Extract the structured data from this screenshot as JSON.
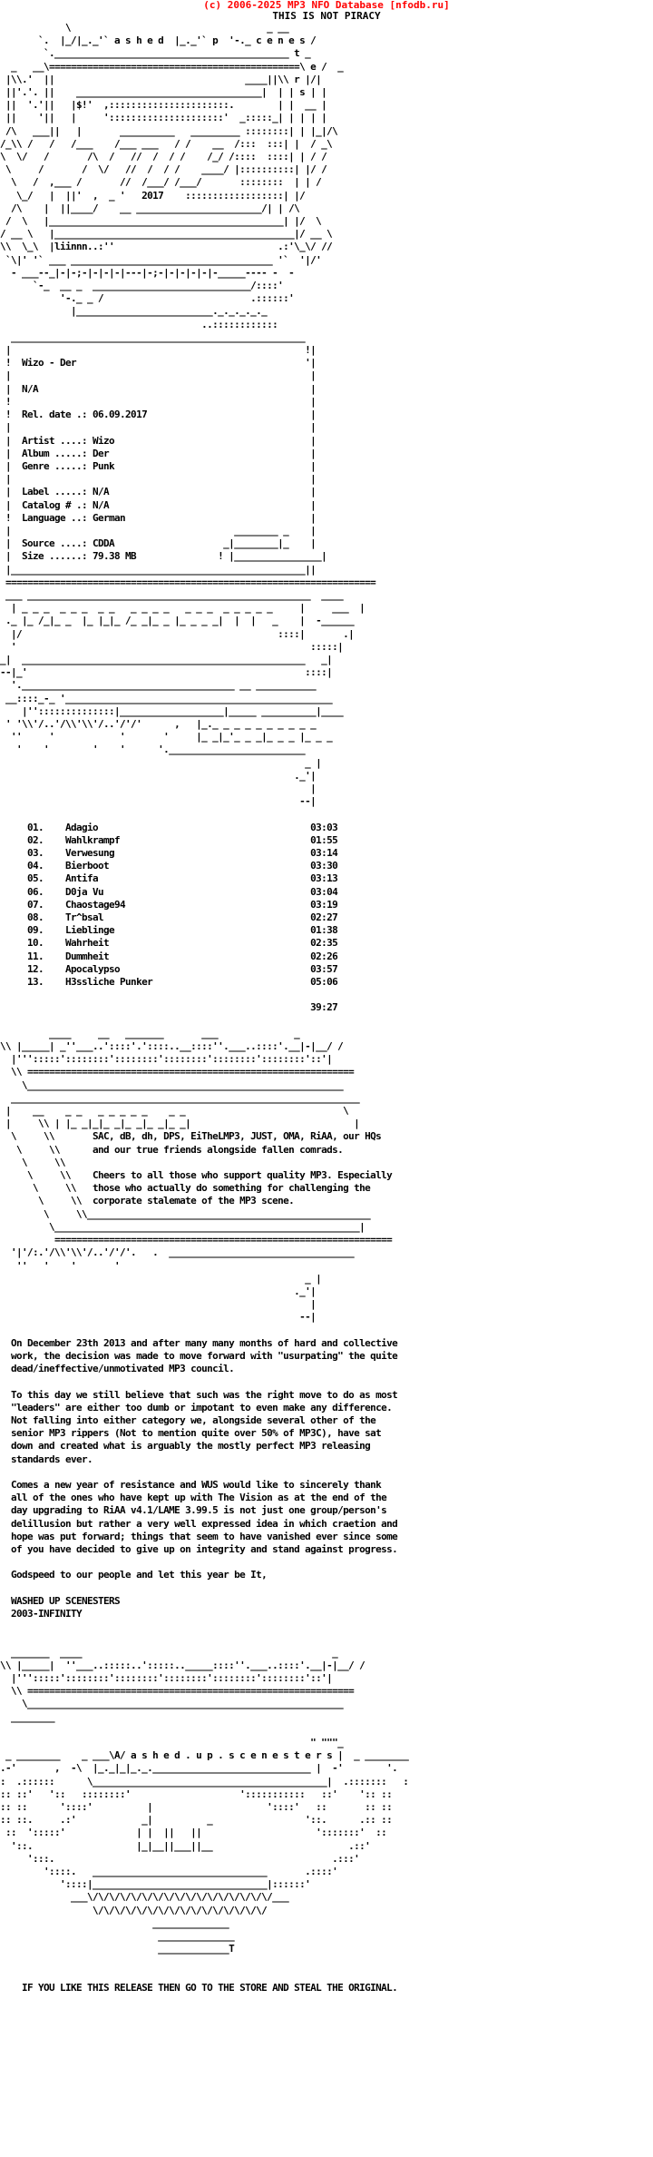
{
  "header": {
    "site_line": "(c) 2006-2025 MP3 NFO Database [nfodb.ru]",
    "piracy_line": "THIS IS NOT PIRACY"
  },
  "colors": {
    "site_line": "#ff0000",
    "text": "#000000",
    "background": "#ffffff"
  },
  "nfo_text": "            \\                                    _ __\n       `.  |_/|_._'` a s h e d  |_._'` p  '-._ c e n e s /\n        `.___________________________________________ t _\n  _   __\\==============================================\\ e /  _\n |\\\\.'  ||                                   ____||\\\\ r |/|\n ||'.'. ||    __________________________________|  | | s | |\n ||  '.'||   |$!'  ,::::::::::::::::::::::.        | |  __ |\n ||    '||   |     ':::::::::::::::::::::'  _:::::_| | | | |\n /\\   ___||   |       __________   _________ ::::::::| | |_|/\\\n/_\\\\ /   /   /___    /___ ___   / /    __  /:::  :::| |  / _\\\n\\  \\/   /       /\\  /   //  /  / /    /_/ /::::  ::::| | / /\n \\     /       /  \\/   //  /  / /    ____/ |::::::::::| |/ /\n  \\   /  ,___ /       //  /___/ /___/       ::::::::  | | /\n   \\_/   |  ||'  ,  _ '   2017    ::::::::::::::::::| |/\n  /\\    |  ||____/    __ _______________________/| | /\\\n /  \\   |___________________________________________| |/  \\\n/ __ \\   |____________________________________________|/ __ \\\n\\\\  \\_\\  |liinnn..:''                              .:'\\_\\/ //\n `\\|' '` ___ _____________________________________ '`  '|/'\n  - ___--_|-|-;-|-|-|-|---|-;-|-|-|-|-|-_____---- -  -\n      `-_  __ _  _____________________________/::::'\n           '-._ _ /                           .::::::'\n             |_________________________._._._._._\n                                     ..::::::::::::\n  ______________________________________________________\n |                                                      !|\n !  Wizo - Der                                          '|\n |                                                       |\n |  N/A                                                  |\n !                                                       |\n !  Rel. date .: 06.09.2017                              |\n |                                                       |\n |  Artist ....: Wizo                                    |\n |  Album .....: Der                                     |\n |  Genre .....: Punk                                    |\n |                                                       |\n |  Label .....: N/A                                     |\n |  Catalog # .: N/A                                     |\n !  Language ..: German                                  |\n |                                         ________ _    |\n |  Source ....: CDDA                    _|________|_    |\n |  Size ......: 79.38 MB               ! |________________|\n |______________________________________________________||\n ====================================================================\n ___ ____________________________________________________  ____\n  | _ _ _  _ _ _  _ _   _ _ _ _   _ _ _  _ _ _ _ _     |     ___  |\n ._ |_ /_|_ _  |_ |_|_ /_ _|_ _ |_ _ _ _|  |  |   _    |  -______\n  |/                                               ::::|       .|\n  '                                                      :::::|\n_|  ____________________________________________________   _|\n--|_'                                                   ::::|\n  '._______________________________________ __ ___________\n __::::_-_ '_________________________________________________\n    |''::::::::::::::|___________________|_____ __________|____\n ' '\\\\'/..'/\\\\'\\\\'/..'/'/'      ,   |_._ _ _ _ _ _ _ _ _ _\n  ''     '            '       '     |_ _|_'_ _ _|_ _ _ |_ _ _\n   '    '        '    '      '._________________________\n                                                        _ |\n                                                      ._'|\n                                                         |\n                                                       --|\n\n     01.    Adagio                                       03:03\n     02.    Wahlkrampf                                   01:55\n     03.    Verwesung                                    03:14\n     04.    Bierboot                                     03:30\n     05.    Antifa                                       03:13\n     06.    D0ja Vu                                      03:04\n     07.    Chaostage94                                  03:19\n     08.    Tr^bsal                                      02:27\n     09.    Lieblinge                                    01:38\n     10.    Wahrheit                                     02:35\n     11.    Dummheit                                     02:26\n     12.    Apocalypso                                   03:57\n     13.    H3ssliche Punker                             05:06\n\n                                                         39:27\n\n         ____     __   _______       ___              _\n\\\\ |_____| _''___..'::::'.'::::..__::::''.___..::::'.__|-|__/ /\n  |''':::::'::::::::'::::::::'::::::::'::::::::'::::::::'::'|\n  \\\\ ============================================================\n    \\__________________________________________________________\n  ________________________________________________________________\n |    __    _ _   _ _ _ _ _    _ _                             \\\n |     \\\\ | |_ _|_|_ _|_ _|_ _|_ _|                              |\n  \\     \\\\       SAC, dB, dh, DPS, EiTheLMP3, JUST, OMA, RiAA, our HQs\n   \\     \\\\      and our true friends alongside fallen comrads.\n    \\     \\\\\n     \\     \\\\    Cheers to all those who support quality MP3. Especially\n      \\     \\\\   those who actually do something for challenging the\n       \\     \\\\  corporate stalemate of the MP3 scene.\n        \\     \\\\____________________________________________________\n         \\________________________________________________________|\n          ==============================================================\n  '|'/:.'/\\\\'\\\\'/..'/'/'.   .  __________________________________\n   ''   '    '       '\n                                                        _ |\n                                                      ._'|\n                                                         |\n                                                       --|\n\n  On December 23th 2013 and after many many months of hard and collective\n  work, the decision was made to move forward with \"usurpating\" the quite\n  dead/ineffective/unmotivated MP3 council.\n\n  To this day we still believe that such was the right move to do as most\n  \"leaders\" are either too dumb or impotant to even make any difference.\n  Not falling into either category we, alongside several other of the\n  senior MP3 rippers (Not to mention quite over 50% of MP3C), have sat\n  down and created what is arguably the mostly perfect MP3 releasing\n  standards ever.\n\n  Comes a new year of resistance and WUS would like to sincerely thank\n  all of the ones who have kept up with The Vision as at the end of the\n  day upgrading to RiAA v4.1/LAME 3.99.5 is not just one group/person's\n  delillusion but rather a very well expressed idea in which craetion and\n  hope was put forward; things that seem to have vanished ever since some\n  of you have decided to give up on integrity and stand against progress.\n\n  Godspeed to our people and let this year be It,\n\n  WASHED UP SCENESTERS\n  2003-INFINITY\n\n\n  _______  ____                                              _\n\\\\ |_____|  ''___..:::::..':::::.._____::::''.___..::::'.__|-|__/ /\n  |''':::::'::::::::'::::::::'::::::::'::::::::'::::::::'::'|\n  \\\\ ============================================================\n    \\__________________________________________________________\n  ________\n\n                                                         \" \"\"\"_\n _ ________    _ ___\\A/ a s h e d . u p . s c e n e s t e r s |  _ ________\n.-'       ,  -\\  |_._|_|_._._____________________________ |  -'        '.\n:  .::::::      \\___________________________________________|  .:::::::   :\n:: ::'   '::   ::::::::'                    ':::::::::::   ::'    ':: ::\n:: ::      '::::'          |                     '::::'   ::       :: ::\n:: ::.     .:'            _|          _                 '::.      .:: ::\n ::  ':::::'             | |  ||   ||                     ':::::::'  ::\n  '::.                   |_|__||___||__                         .::'\n     ':::.                                                   .:::'\n        '::::.   ________________________________       .::::'\n           '::::|________________________________|::::::'\n             ___\\/\\/\\/\\/\\/\\/\\/\\/\\/\\/\\/\\/\\/\\/\\/\\/\\/___\n                 \\/\\/\\/\\/\\/\\/\\/\\/\\/\\/\\/\\/\\/\\/\\/\\/\n                            ______________\n                             ______________\n                             _____________T\n\n\n    IF YOU LIKE THIS RELEASE THEN GO TO THE STORE AND STEAL THE ORIGINAL."
}
